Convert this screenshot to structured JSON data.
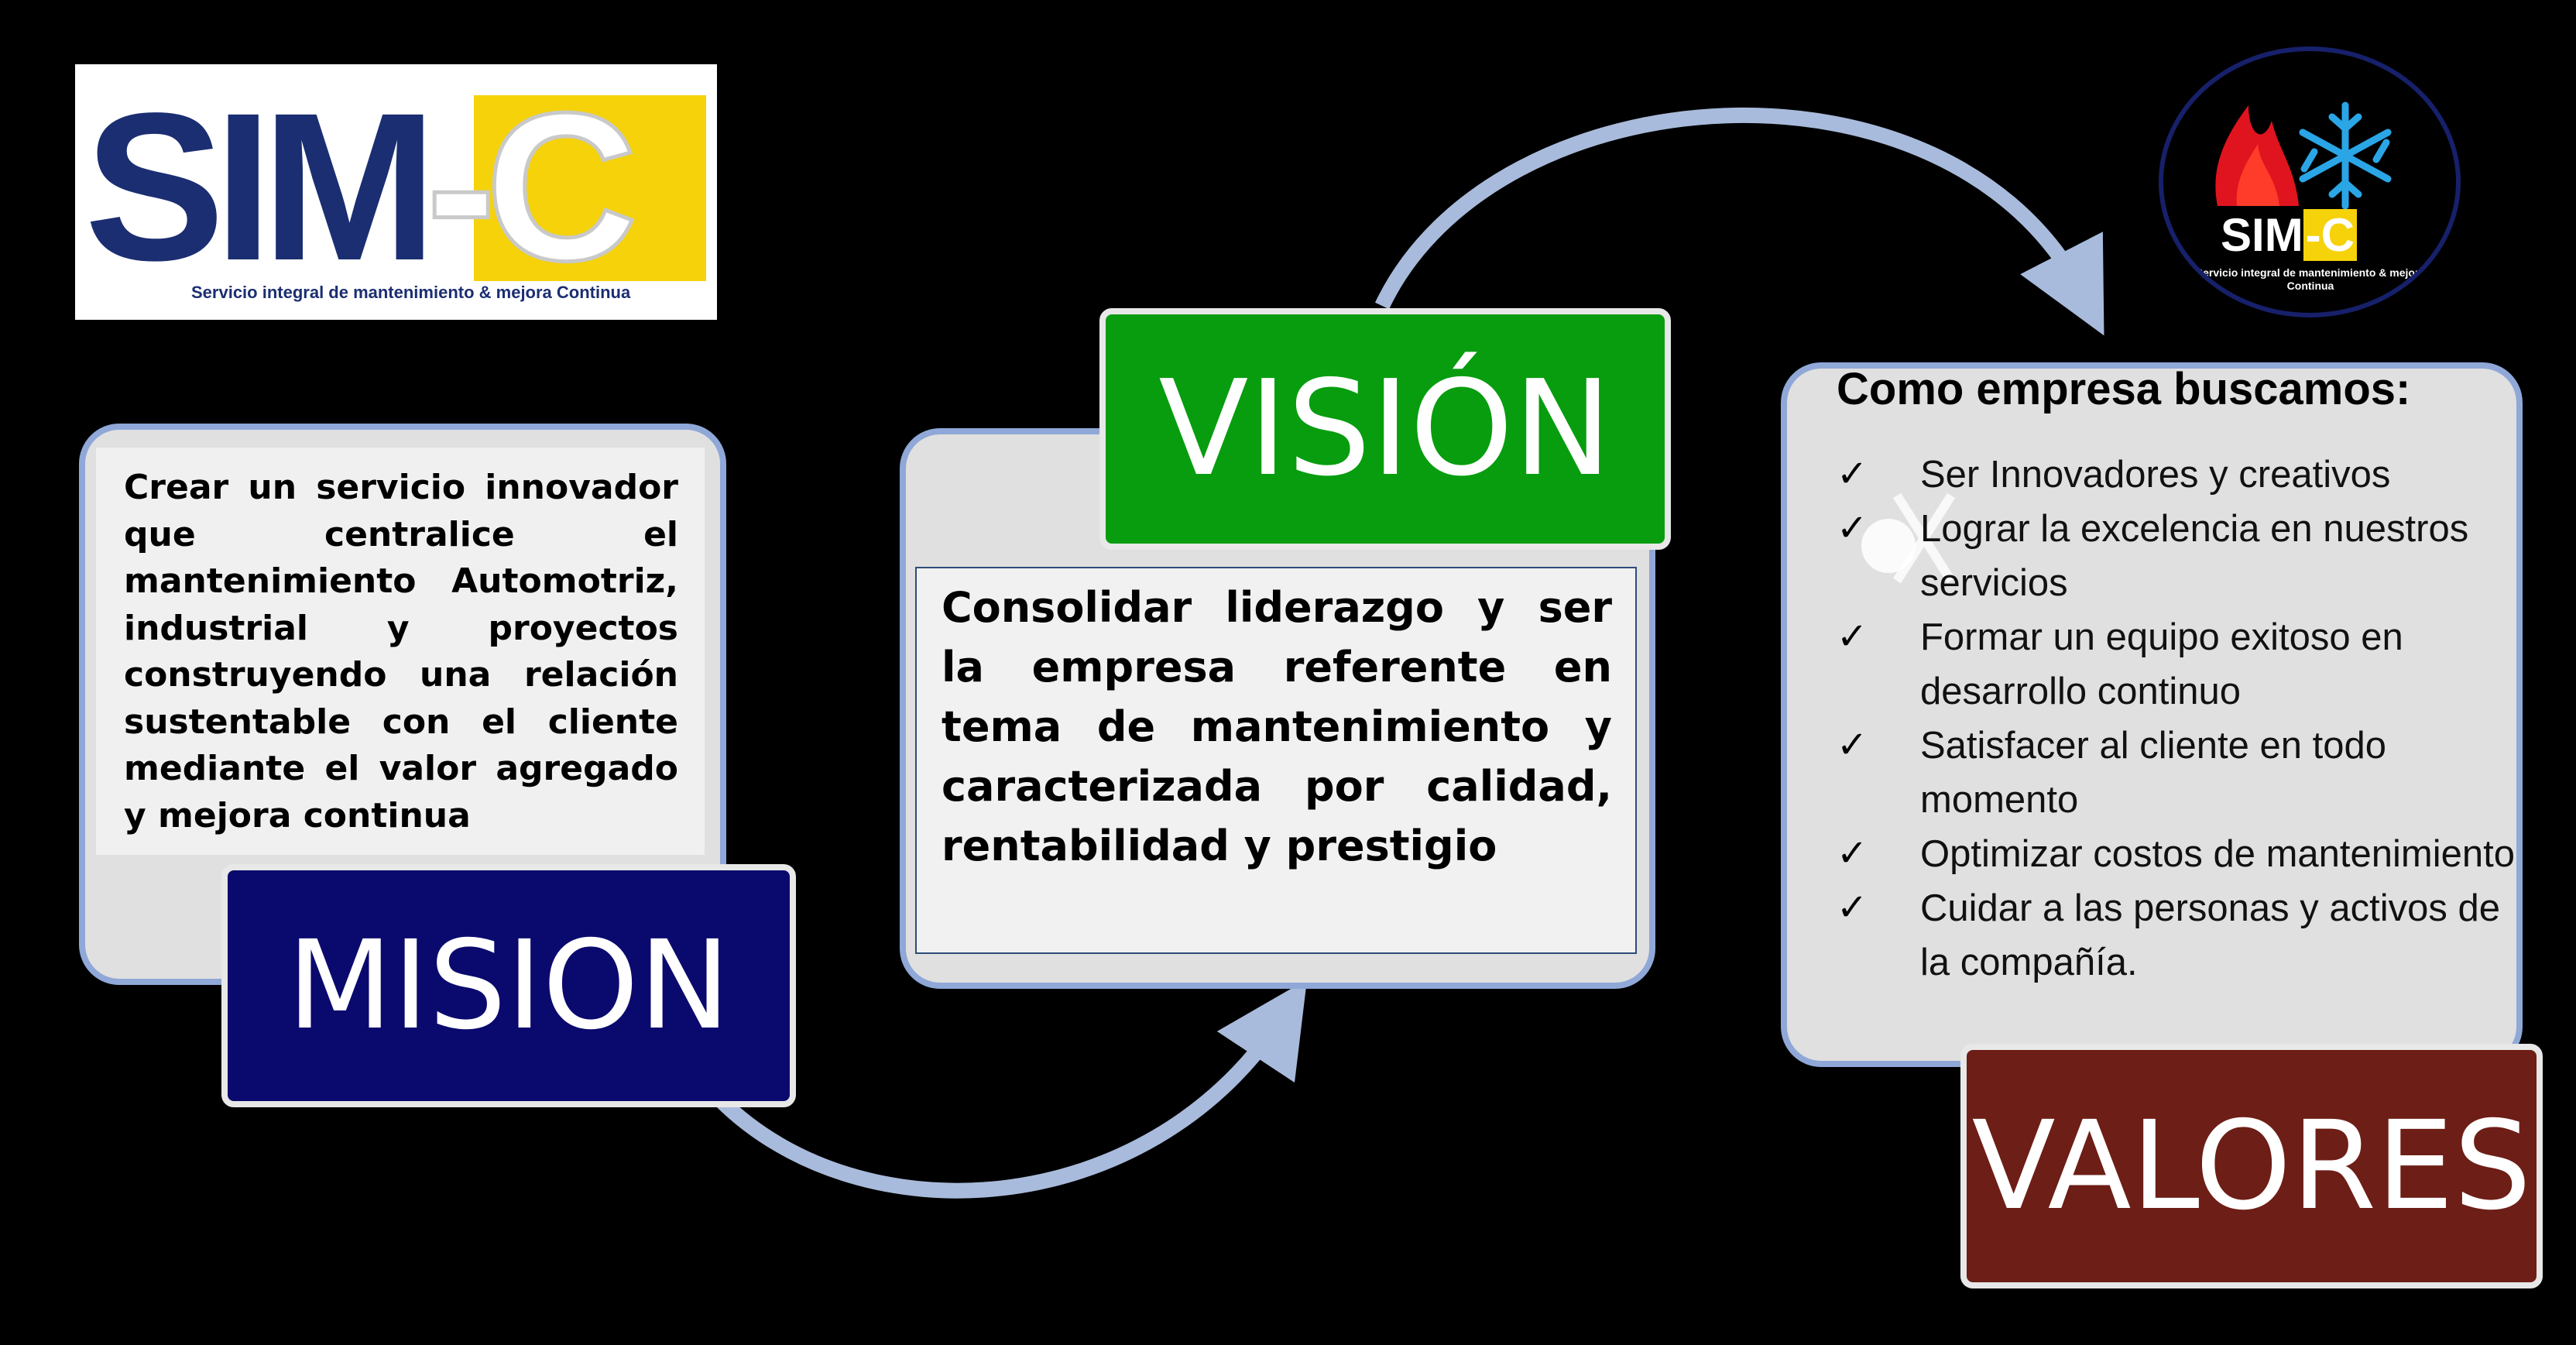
{
  "logo_left": {
    "wordmark_dark": "SIM",
    "wordmark_light": "-C",
    "tagline": "Servicio integral de mantenimiento & mejora Continua",
    "colors": {
      "navy": "#1b2e72",
      "yellow": "#f5d20a"
    }
  },
  "logo_right": {
    "wordmark_main": "SIM",
    "wordmark_accent": "-C",
    "tagline": "Servicio integral de mantenimiento & mejora Continua",
    "icons": [
      "flame-icon",
      "snowflake-icon"
    ]
  },
  "mision": {
    "label": "MISION",
    "text": "Crear un servicio innovador que centralice el mantenimiento Automotriz, industrial y proyectos construyendo una relación sustentable con el cliente mediante el valor agregado y mejora continua",
    "label_color": "#0a0a6e"
  },
  "vision": {
    "label": "VISIÓN",
    "text": "Consolidar liderazgo y ser la empresa referente en tema de mantenimiento y caracterizada por calidad, rentabilidad y prestigio",
    "label_color": "#089d0f"
  },
  "valores": {
    "label": "VALORES",
    "title": "Como empresa buscamos:",
    "check_glyph": "✓",
    "items": [
      "Ser Innovadores  y creativos",
      "Lograr la excelencia en nuestros servicios",
      "Formar un equipo exitoso  en desarrollo continuo",
      "Satisfacer al cliente  en todo momento",
      "Optimizar costos  de mantenimiento",
      "Cuidar a las personas y activos de la compañía."
    ],
    "label_color": "#6d1e16"
  },
  "arrow_color": "#a9bbdc",
  "panel_border_color": "#8fa8d8"
}
